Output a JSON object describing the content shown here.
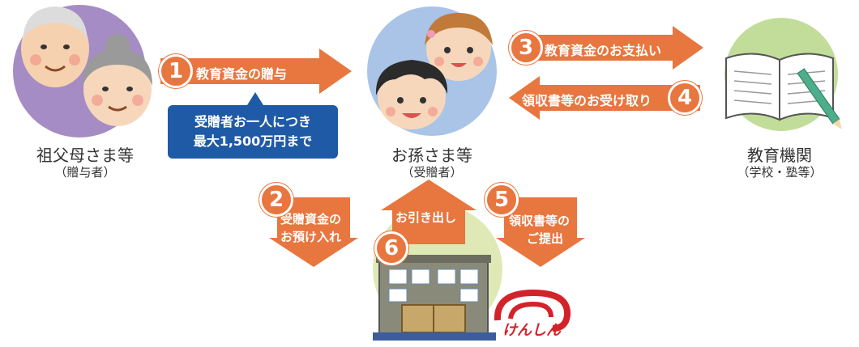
{
  "nodes": {
    "grandparents": {
      "name": "祖父母さま等",
      "role": "（贈与者）"
    },
    "grandchildren": {
      "name": "お孫さま等",
      "role": "（受贈者）"
    },
    "institution": {
      "name": "教育機関",
      "role": "（学校・塾等）"
    }
  },
  "callout": {
    "line1": "受贈者お一人につき",
    "line2": "最大1,500万円まで"
  },
  "steps": [
    {
      "num": "1",
      "label": "教育資金の贈与"
    },
    {
      "num": "2",
      "label_line1": "受贈資金の",
      "label_line2": "お預け入れ"
    },
    {
      "num": "3",
      "label": "教育資金のお支払い"
    },
    {
      "num": "4",
      "label": "領収書等のお受け取り"
    },
    {
      "num": "5",
      "label_line1": "領収書等の",
      "label_line2": "ご提出"
    },
    {
      "num": "6",
      "label": "お引き出し"
    }
  ],
  "logo": {
    "text": "けんしん"
  },
  "colors": {
    "arrow": "#e8763f",
    "callout": "#1f5aa6",
    "purple": "#a58cc4",
    "blue_circle": "#a9c4e6",
    "green_circle": "#c2dd9a",
    "bank_circle": "#dfe9b6",
    "logo_red": "#d3232a"
  }
}
